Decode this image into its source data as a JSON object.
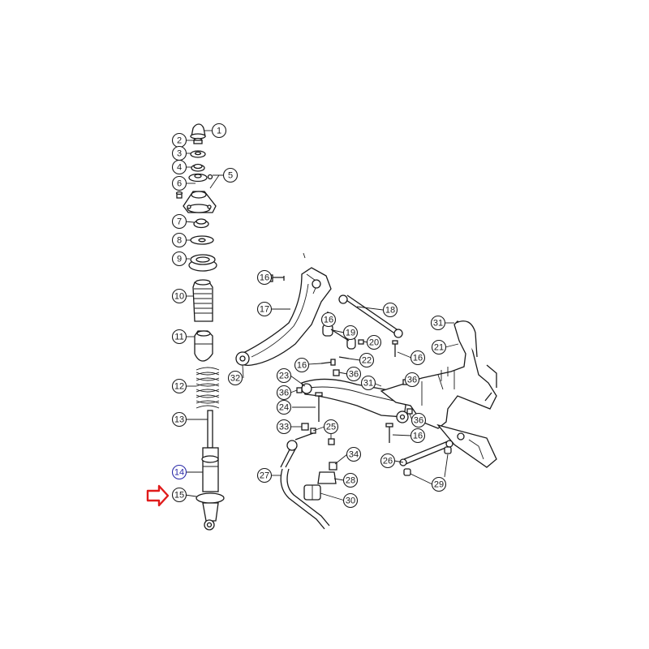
{
  "diagram": {
    "callouts": [
      {
        "id": "c1",
        "label": "1"
      },
      {
        "id": "c2",
        "label": "2"
      },
      {
        "id": "c3",
        "label": "3"
      },
      {
        "id": "c4",
        "label": "4"
      },
      {
        "id": "c5",
        "label": "5"
      },
      {
        "id": "c6",
        "label": "6"
      },
      {
        "id": "c7",
        "label": "7"
      },
      {
        "id": "c8",
        "label": "8"
      },
      {
        "id": "c9",
        "label": "9"
      },
      {
        "id": "c10",
        "label": "10"
      },
      {
        "id": "c11",
        "label": "11"
      },
      {
        "id": "c12",
        "label": "12"
      },
      {
        "id": "c13",
        "label": "13"
      },
      {
        "id": "c14",
        "label": "14"
      },
      {
        "id": "c15",
        "label": "15"
      },
      {
        "id": "c16a",
        "label": "16"
      },
      {
        "id": "c17",
        "label": "17"
      },
      {
        "id": "c18",
        "label": "18"
      },
      {
        "id": "c16b",
        "label": "16"
      },
      {
        "id": "c19",
        "label": "19"
      },
      {
        "id": "c20",
        "label": "20"
      },
      {
        "id": "c16c",
        "label": "16"
      },
      {
        "id": "c22",
        "label": "22"
      },
      {
        "id": "c16d",
        "label": "16"
      },
      {
        "id": "c23",
        "label": "23"
      },
      {
        "id": "c36a",
        "label": "36"
      },
      {
        "id": "c36b",
        "label": "36"
      },
      {
        "id": "c24",
        "label": "24"
      },
      {
        "id": "c31a",
        "label": "31"
      },
      {
        "id": "c36c",
        "label": "36"
      },
      {
        "id": "c36d",
        "label": "36"
      },
      {
        "id": "c31b",
        "label": "31"
      },
      {
        "id": "c21",
        "label": "21"
      },
      {
        "id": "c32",
        "label": "32"
      },
      {
        "id": "c33",
        "label": "33"
      },
      {
        "id": "c25",
        "label": "25"
      },
      {
        "id": "c16e",
        "label": "16"
      },
      {
        "id": "c34",
        "label": "34"
      },
      {
        "id": "c26",
        "label": "26"
      },
      {
        "id": "c27",
        "label": "27"
      },
      {
        "id": "c28",
        "label": "28"
      },
      {
        "id": "c29",
        "label": "29"
      },
      {
        "id": "c30",
        "label": "30"
      }
    ],
    "highlight_label": "14",
    "pointer_target": "15",
    "colors": {
      "line": "#1a1a1a",
      "highlight": "#2a2aa8",
      "arrow": "#e01b1b",
      "background": "#ffffff"
    }
  }
}
